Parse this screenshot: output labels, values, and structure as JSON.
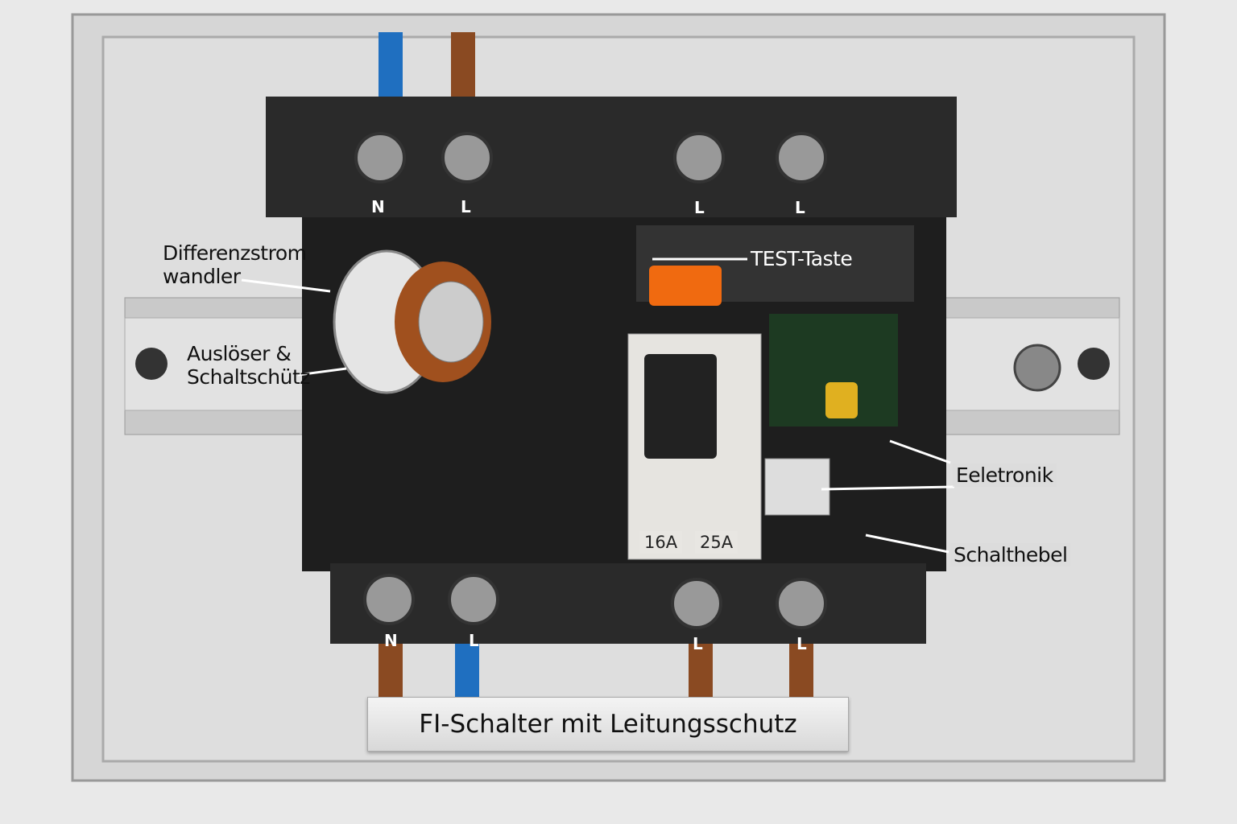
{
  "title": "FI-Schalter mit Leitungsschutz",
  "labels": {
    "differenzstromwandler_line1": "Differenzstrom",
    "differenzstromwandler_line2": "wandler",
    "ausloeser_line1": "Auslöser &",
    "ausloeser_line2": "Schaltschütz",
    "test_taste": "TEST-Taste",
    "elektronik": "Eeletronik",
    "schalthebel": "Schalthebel"
  },
  "terminals_top": [
    "N",
    "L",
    "L",
    "L"
  ],
  "terminals_bottom": [
    "N",
    "L",
    "L",
    "L"
  ],
  "ratings": [
    "16A",
    "25A"
  ],
  "colors": {
    "test_button": "#f06a10",
    "neutral_wire": "#1f6fc0",
    "phase_wire": "#8a4a22",
    "housing": "#2a2a2a"
  }
}
